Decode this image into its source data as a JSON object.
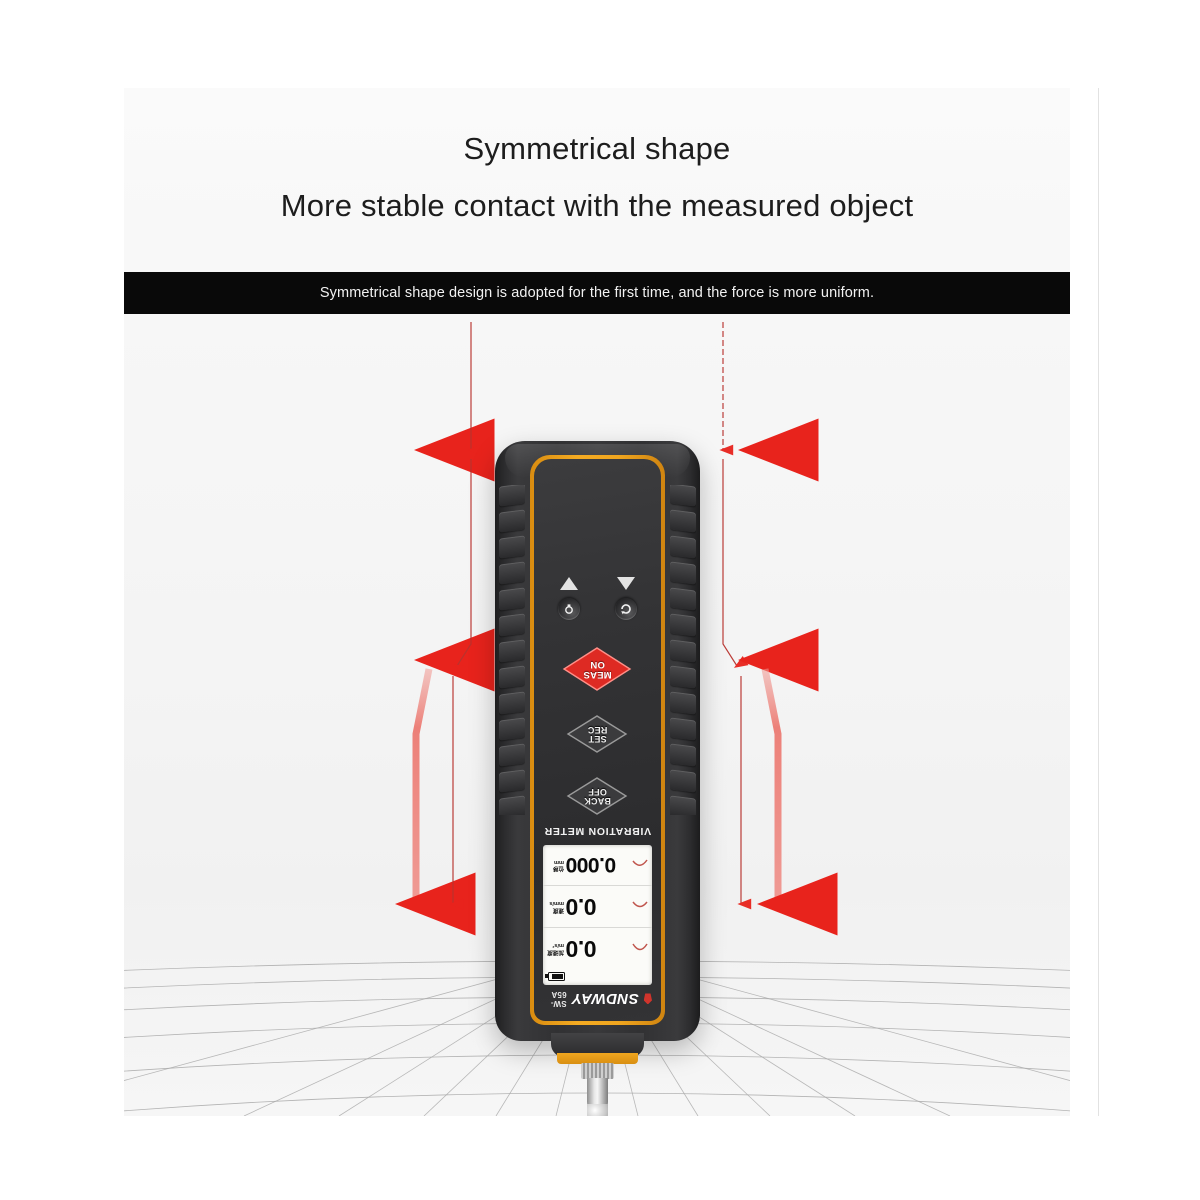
{
  "headline": {
    "line1": "Symmetrical shape",
    "line2": "More stable contact with the measured object"
  },
  "banner": {
    "text": "Symmetrical shape design is adopted for the first time, and the force is more uniform."
  },
  "device": {
    "product_label": "VIBRATION METER",
    "brand": "SNDWAY",
    "model": "SW-65A",
    "buttons": [
      {
        "name": "back-off",
        "line1": "BACK",
        "line2": "OFF",
        "style": "dark"
      },
      {
        "name": "set-rec",
        "line1": "SET",
        "line2": "REC",
        "style": "dark"
      },
      {
        "name": "meas-on",
        "line1": "MEAS",
        "line2": "ON",
        "style": "red"
      }
    ],
    "round_buttons": [
      {
        "name": "unit-switch",
        "glyph": "↻"
      },
      {
        "name": "backlight",
        "glyph": " "
      }
    ],
    "arrow_keys": [
      {
        "name": "up-arrow",
        "glyph": "▲"
      },
      {
        "name": "down-arrow",
        "glyph": "▼"
      }
    ],
    "display": {
      "battery": "battery-icon",
      "rows": [
        {
          "value": "0.0",
          "unit_top": "加速度",
          "unit_bottom": "m/s²"
        },
        {
          "value": "0.0",
          "unit_top": "速度",
          "unit_bottom": "mm/s"
        },
        {
          "value": "0.000",
          "unit_top": "位移",
          "unit_bottom": "mm"
        }
      ]
    }
  },
  "colors": {
    "accent_yellow": "#f0a61f",
    "arrow_red": "#e8342c",
    "banner_bg": "#090909",
    "shell_dark": "#313133",
    "lcd_bg": "#fbfbf8"
  }
}
